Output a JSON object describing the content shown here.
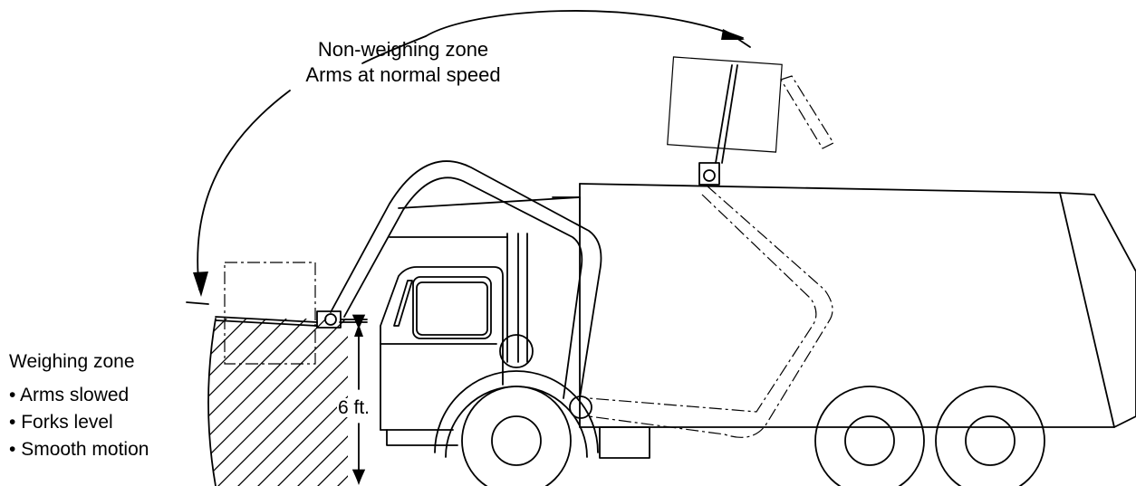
{
  "labels": {
    "non_weighing_line1": "Non-weighing zone",
    "non_weighing_line2": "Arms at normal speed",
    "weighing_title": "Weighing zone",
    "bullets": [
      "Arms slowed",
      "Forks level",
      "Smooth motion"
    ],
    "height": "6 ft."
  },
  "colors": {
    "line": "#000000",
    "background": "#ffffff"
  }
}
